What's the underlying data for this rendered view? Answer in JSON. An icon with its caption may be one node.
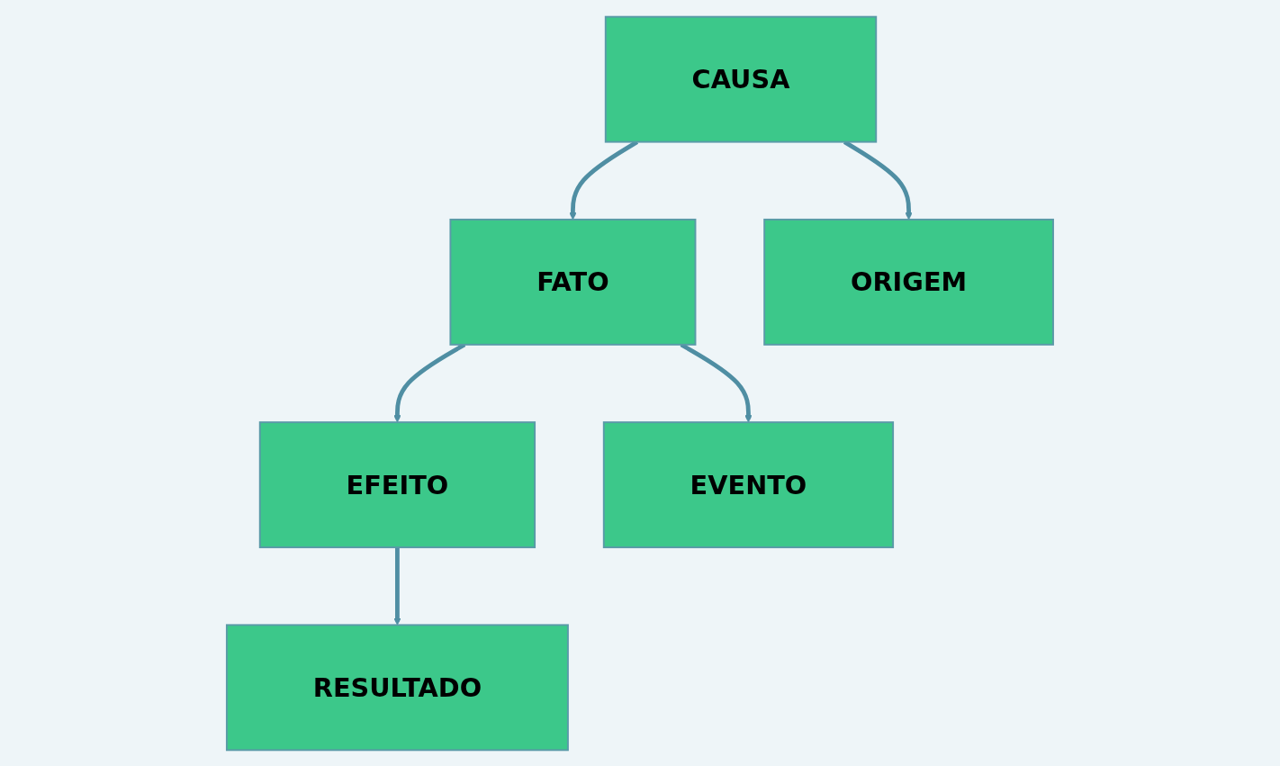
{
  "diagram": {
    "nodes": [
      {
        "text": [
          "CAUSA"
        ]
      },
      {
        "text": [
          "FATO"
        ]
      },
      {
        "text": [
          "EFEITO"
        ]
      },
      {
        "text": [
          "ORIGEM"
        ]
      },
      {
        "text": [
          "EVENTO"
        ]
      },
      {
        "text": [
          "RESULTADO"
        ]
      }
    ],
    "edges": [
      {
        "from": 0,
        "to": 1,
        "arrow": "to"
      },
      {
        "from": 1,
        "to": 2,
        "arrow": "to"
      },
      {
        "from": 0,
        "to": 3,
        "arrow": "to"
      },
      {
        "from": 1,
        "to": 4,
        "arrow": "to"
      },
      {
        "from": 2,
        "to": 5,
        "arrow": "to"
      }
    ]
  }
}
